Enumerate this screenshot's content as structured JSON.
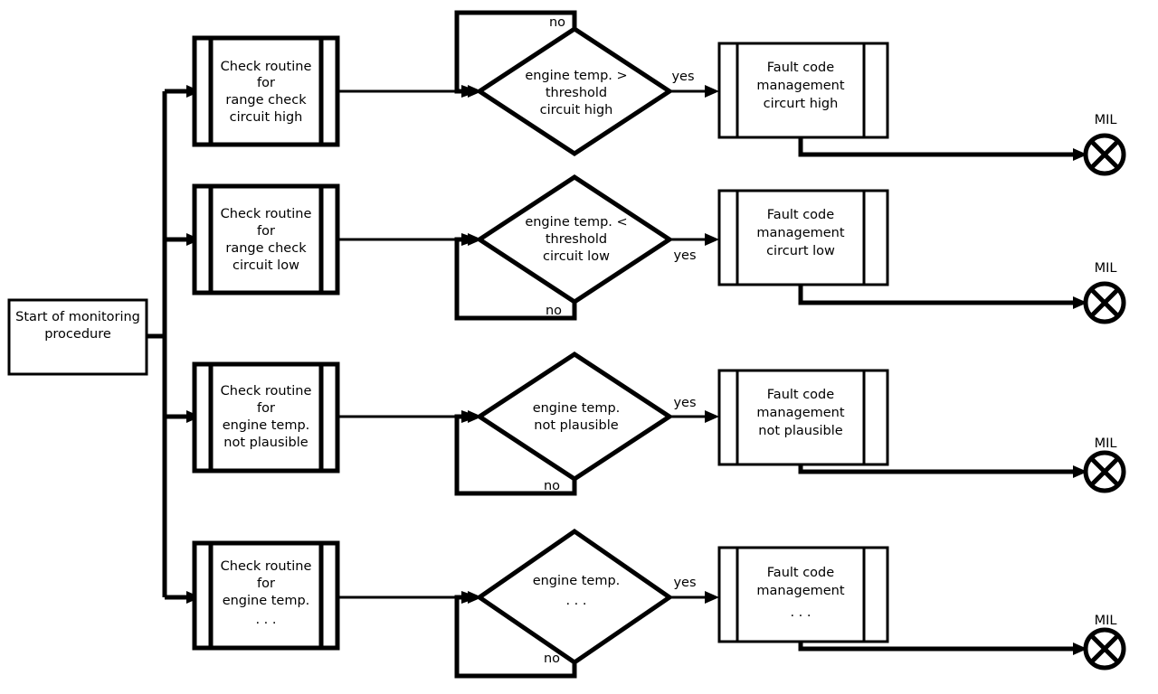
{
  "diagram": {
    "title": "Engine temperature monitoring procedure flowchart",
    "colors": {
      "stroke": "#000000",
      "fill": "#ffffff",
      "background": "#ffffff"
    }
  },
  "start": {
    "name": "start-of-monitoring-procedure",
    "lines": [
      "Start of monitoring",
      "procedure"
    ]
  },
  "rows": [
    {
      "id": "circuit-high",
      "check": {
        "lines": [
          "Check routine",
          "for",
          "range check",
          "circuit high"
        ]
      },
      "decision": {
        "lines": [
          "engine temp. >",
          "threshold",
          "circuit high"
        ]
      },
      "yes_label": "yes",
      "no_label": "no",
      "fault": {
        "lines": [
          "Fault code",
          "management",
          "circurt high"
        ]
      },
      "mil_label": "MIL"
    },
    {
      "id": "circuit-low",
      "check": {
        "lines": [
          "Check routine",
          "for",
          "range check",
          "circuit low"
        ]
      },
      "decision": {
        "lines": [
          "engine temp. <",
          "threshold",
          "circuit low"
        ]
      },
      "yes_label": "yes",
      "no_label": "no",
      "fault": {
        "lines": [
          "Fault code",
          "management",
          "circurt low"
        ]
      },
      "mil_label": "MIL"
    },
    {
      "id": "not-plausible",
      "check": {
        "lines": [
          "Check routine",
          "for",
          "engine temp.",
          "not plausible"
        ]
      },
      "decision": {
        "lines": [
          "engine temp.",
          "not plausible"
        ]
      },
      "yes_label": "yes",
      "no_label": "no",
      "fault": {
        "lines": [
          "Fault code",
          "management",
          "not plausible"
        ]
      },
      "mil_label": "MIL"
    },
    {
      "id": "further",
      "check": {
        "lines": [
          "Check routine",
          "for",
          "engine temp.",
          ". . ."
        ]
      },
      "decision": {
        "lines": [
          "engine temp.",
          ". . ."
        ]
      },
      "yes_label": "yes",
      "no_label": "no",
      "fault": {
        "lines": [
          "Fault code",
          "management",
          ". .  ."
        ]
      },
      "mil_label": "MIL"
    }
  ]
}
